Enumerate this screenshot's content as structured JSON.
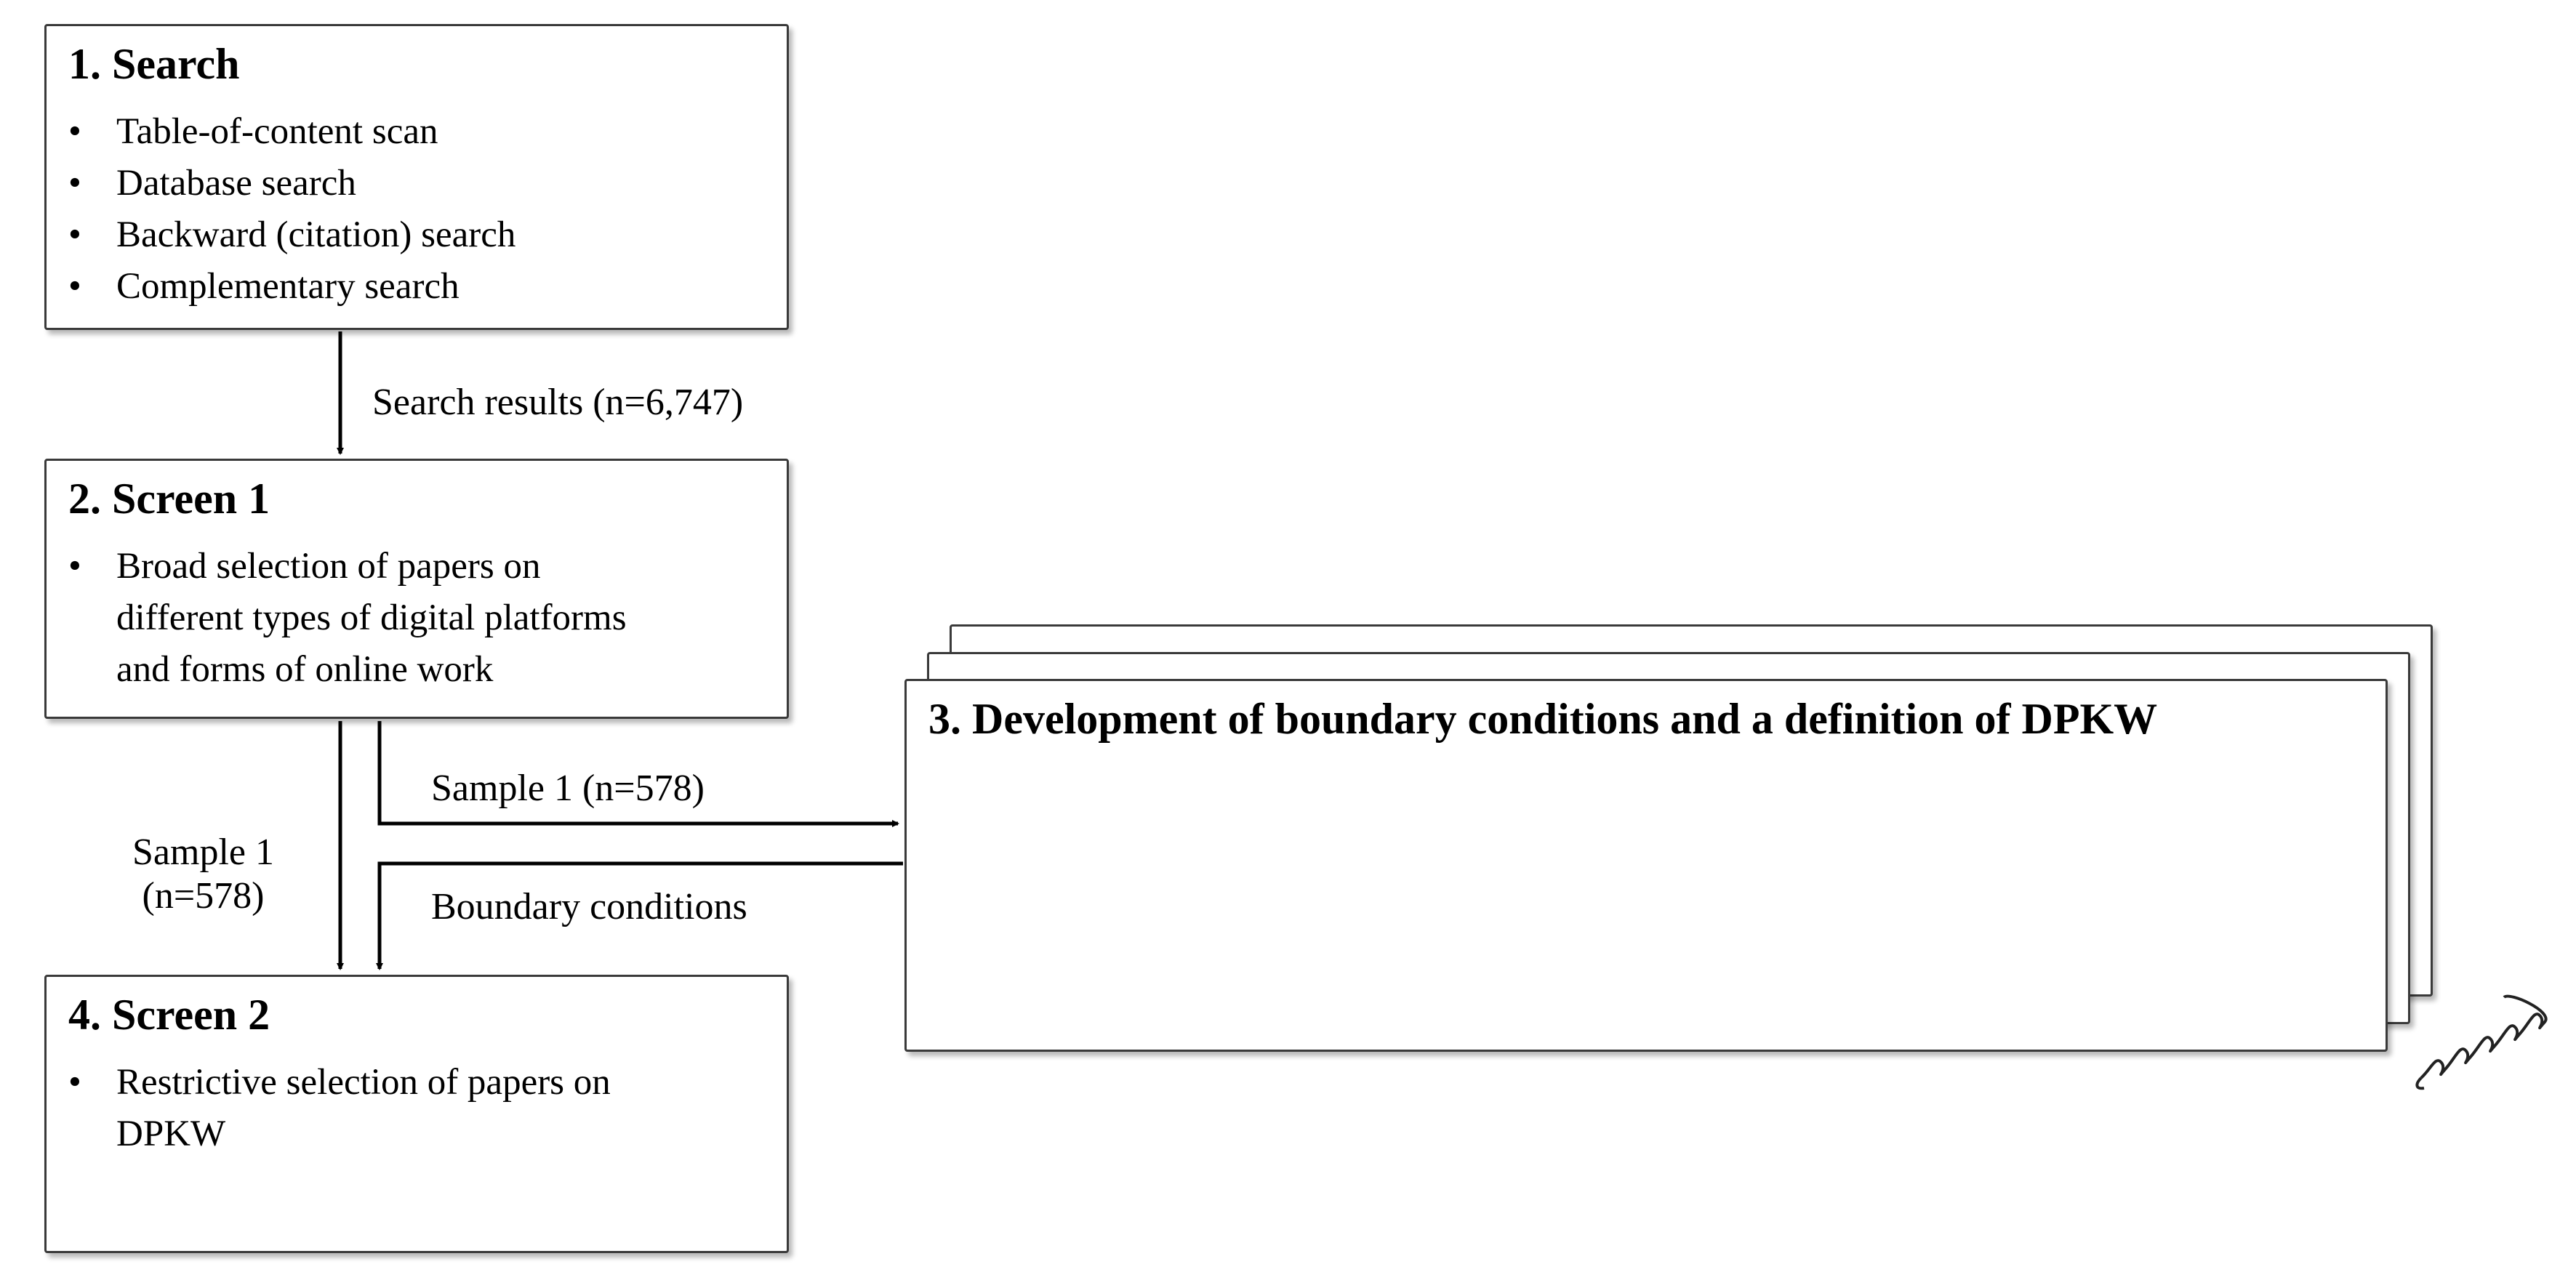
{
  "search": {
    "title": "1. Search",
    "bullets": [
      "Table-of-content scan",
      "Database search",
      "Backward (citation) search",
      "Complementary search"
    ]
  },
  "screen1": {
    "title": "2. Screen 1",
    "bullet": "•",
    "lines": [
      "Broad selection of papers on",
      "different types of digital platforms",
      "and forms of online work"
    ]
  },
  "development": {
    "title": "3. Development of boundary conditions and a definition of DPKW"
  },
  "screen2": {
    "title": "4. Screen 2",
    "bullet": "•",
    "lines": [
      "Restrictive selection of papers on",
      "DPKW"
    ]
  },
  "edges": {
    "search_results": "Search results (n=6,747)",
    "sample1_to_dev": "Sample 1 (n=578)",
    "sample1_left_line1": "Sample 1",
    "sample1_left_line2": "(n=578)",
    "boundary": "Boundary conditions"
  },
  "bullet_char": "•"
}
